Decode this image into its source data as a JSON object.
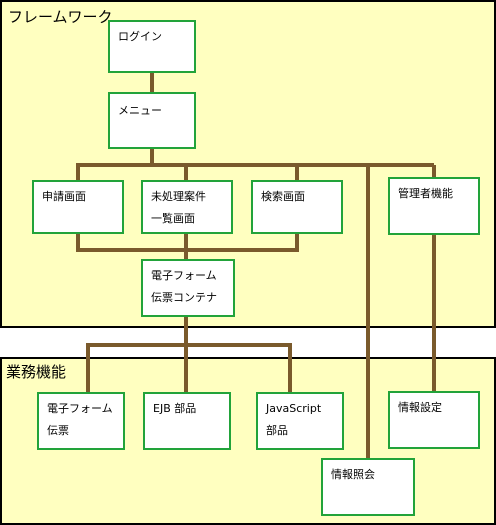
{
  "regions": {
    "framework": {
      "title": "フレームワーク"
    },
    "business": {
      "title": "業務機能"
    }
  },
  "nodes": {
    "login": "ログイン",
    "menu": "メニュー",
    "application": "申請画面",
    "pending": "未処理案件\n一覧画面",
    "search": "検索画面",
    "admin": "管理者機能",
    "eform_container": "電子フォーム\n伝票コンテナ",
    "eform_slip": "電子フォーム\n伝票",
    "ejb": "EJB 部品",
    "javascript": "JavaScript\n部品",
    "info_settings": "情報設定",
    "info_query": "情報照会"
  },
  "colors": {
    "region_fill": "#ffffc0",
    "box_border": "#22a33a",
    "connector": "#7a5a2c"
  }
}
